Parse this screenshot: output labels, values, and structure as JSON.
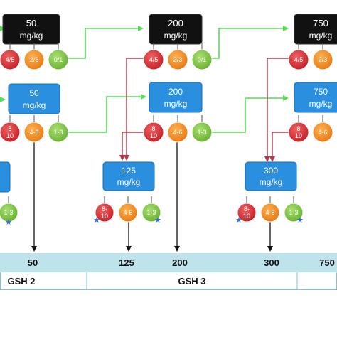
{
  "doses": {
    "black": [
      {
        "value": "50",
        "unit": "mg/kg"
      },
      {
        "value": "200",
        "unit": "mg/kg"
      },
      {
        "value": "750",
        "unit": "mg/kg"
      }
    ],
    "blue": [
      {
        "value": "50",
        "unit": "mg/kg"
      },
      {
        "value": "200",
        "unit": "mg/kg"
      },
      {
        "value": "750",
        "unit": "mg/kg"
      }
    ],
    "low": [
      {
        "value": "125",
        "unit": "mg/kg"
      },
      {
        "value": "300",
        "unit": "mg/kg"
      }
    ]
  },
  "outcomes": {
    "row1": [
      "4/5",
      "2/3",
      "0/1"
    ],
    "row2": [
      "8\n10",
      "4-6",
      "1-3"
    ],
    "row3": [
      "8-\n10",
      "4-6",
      "1-3"
    ]
  },
  "scale": {
    "values": [
      "50",
      "125",
      "200",
      "300",
      "750"
    ]
  },
  "categories": {
    "labels": [
      "GSH 2",
      "GSH 3"
    ]
  },
  "colors": {
    "black_box": "#111111",
    "blue_box": "#2b8fe0",
    "red_circle": "#d8262e",
    "orange_circle": "#f28a1a",
    "green_circle": "#7dc242",
    "green_arrow": "#55dd55",
    "red_arrow": "#b03a4a",
    "scale_band": "#bfe3ea",
    "star": "#2f6fd8"
  }
}
